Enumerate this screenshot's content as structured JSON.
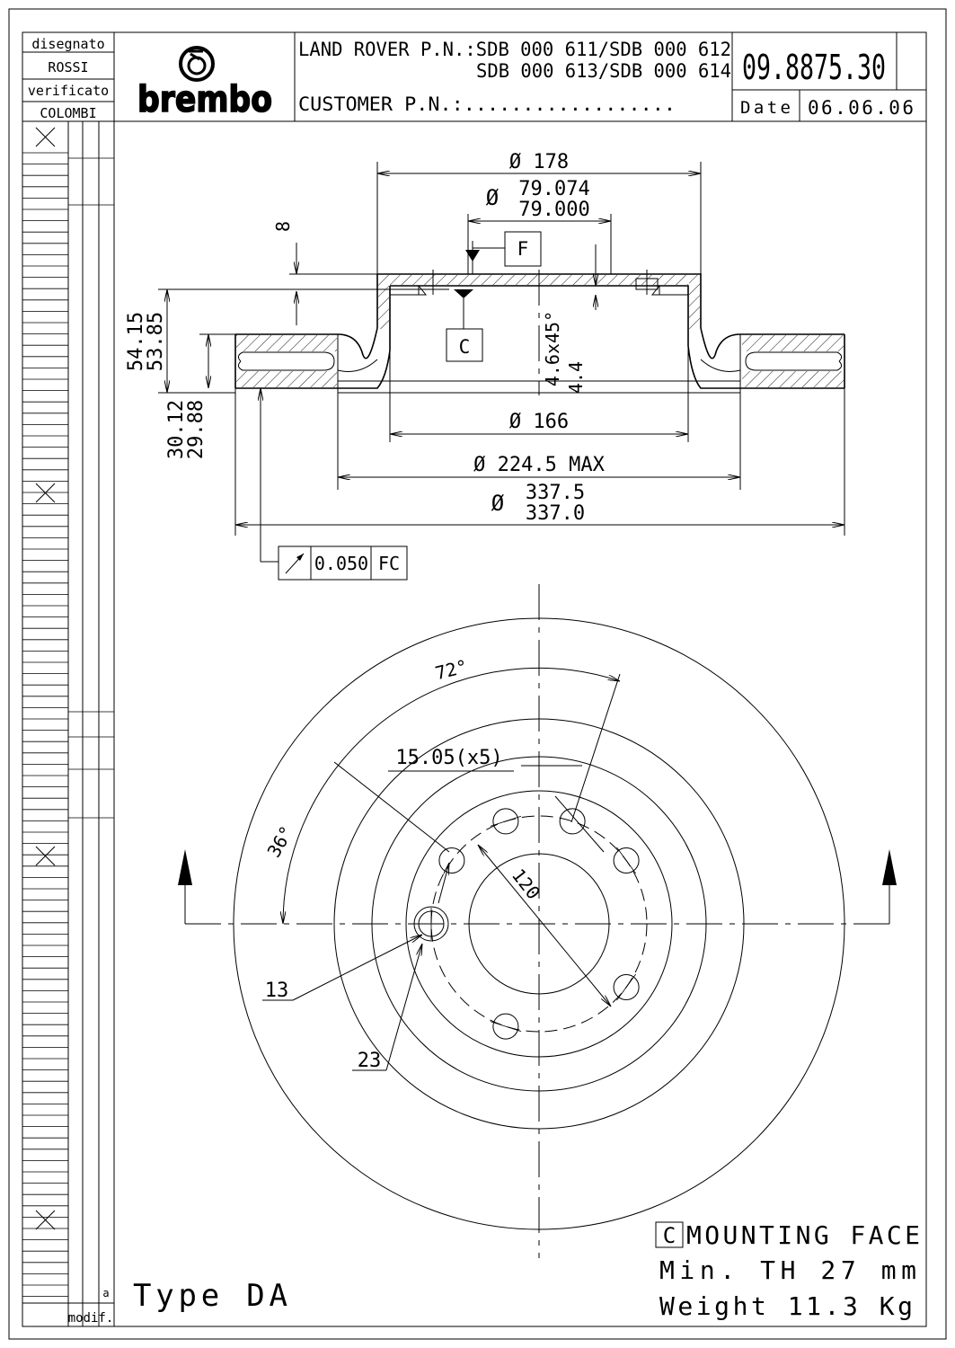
{
  "title_block": {
    "drawn_label": "disegnato",
    "drawn_by": "ROSSI",
    "checked_label": "verificato",
    "checked_by": "COLOMBI",
    "brand": "brembo",
    "oem_line1": "LAND ROVER P.N.:SDB 000 611/SDB 000 612",
    "oem_line2": "SDB 000 613/SDB 000 614",
    "customer_pn": "CUSTOMER P.N.:..................",
    "part_number": "09.8875.30",
    "date_label": "Date",
    "date_value": "06.06.06"
  },
  "revision_column": {
    "modif_label": "modif.",
    "small_label": "a"
  },
  "section_dims": {
    "d178": "Ø 178",
    "d79_prefix": "Ø",
    "d79_max": "79.074",
    "d79_min": "79.000",
    "datum_f": "F",
    "datum_c": "C",
    "dim8": "8",
    "h_max": "54.15",
    "h_min": "53.85",
    "t_max": "30.12",
    "t_min": "29.88",
    "chamfer1": "4.6x45°",
    "chamfer2": "4.4",
    "d166": "Ø 166",
    "d224": "Ø 224.5 MAX",
    "d337_prefix": "Ø",
    "d337_max": "337.5",
    "d337_min": "337.0",
    "runout_value": "0.050",
    "runout_datums": "FC"
  },
  "plan_dims": {
    "angle72": "72°",
    "hole_dia": "15.05(x5)",
    "angle36": "36°",
    "pcd": "120",
    "dim13": "13",
    "dim23": "23"
  },
  "notes": {
    "type": "Type DA",
    "mount_box": "C",
    "mount_text": "MOUNTING FACE",
    "min_th": "Min. TH 27 mm",
    "weight": "Weight 11.3 Kg"
  }
}
